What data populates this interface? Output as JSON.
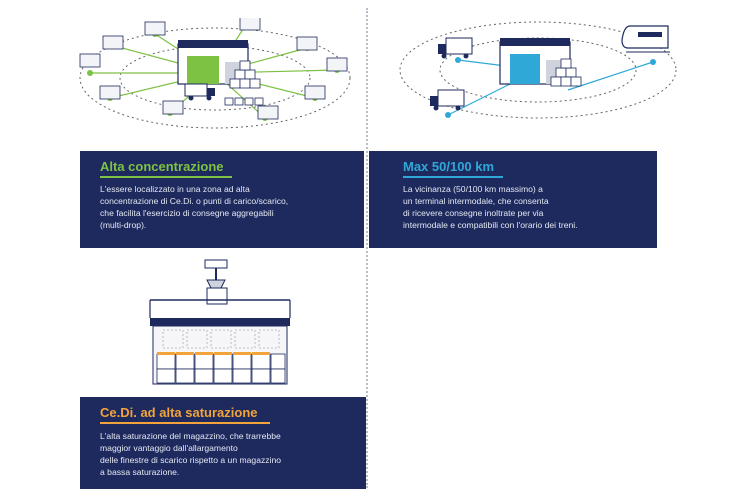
{
  "panels": {
    "alta": {
      "title": "Alta concentrazione",
      "lines": [
        "L'essere localizzato in una zona ad alta",
        "concentrazione di Ce.Di. o punti di carico/scarico,",
        "che facilita l'esercizio di consegne aggregabili",
        "(multi-drop)."
      ]
    },
    "max": {
      "title": "Max 50/100 km",
      "lines": [
        "La vicinanza (50/100 km massimo) a",
        "un terminal intermodale, che consenta",
        "di ricevere consegne inoltrate per via",
        "intermodale e compatibili con l'orario dei treni."
      ]
    },
    "satur": {
      "title": "Ce.Di. ad alta saturazione",
      "lines": [
        "L'alta saturazione del magazzino, che trarrebbe",
        "maggior vantaggio dall'allargamento",
        "delle finestre di scarico rispetto a un magazzino",
        "a bassa saturazione."
      ]
    }
  },
  "colors": {
    "panel_bg": "#1e2a5e",
    "green": "#7dc243",
    "cyan": "#2fa8d8",
    "orange": "#f2a33a",
    "navy": "#1e2a5e"
  }
}
